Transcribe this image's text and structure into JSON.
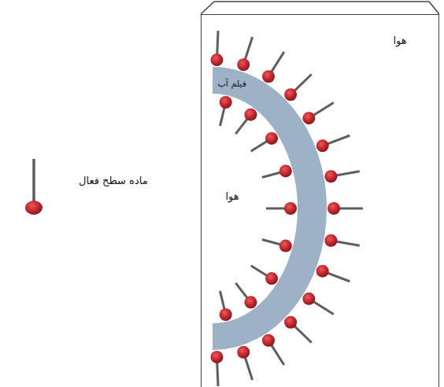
{
  "diagram": {
    "nodes": [
      {
        "text": [
          "هوا",
          "هوا"
        ]
      },
      {
        "text": [
          "فیلم آب"
        ],
        "in": 0
      }
    ],
    "legend": [
      {
        "text": "ماده سطح فعال"
      }
    ]
  }
}
